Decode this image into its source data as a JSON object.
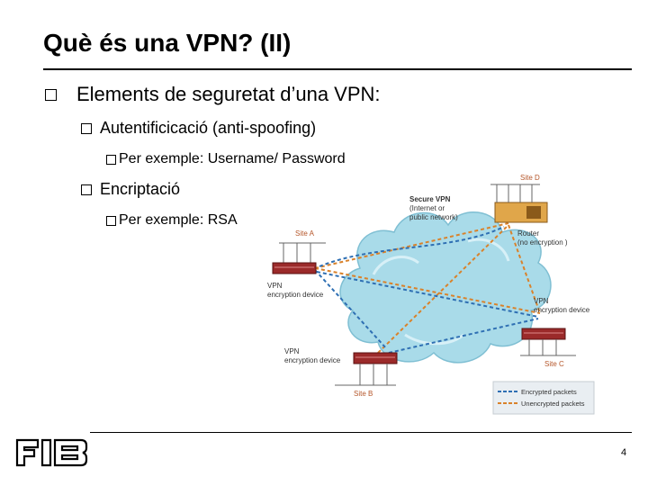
{
  "slide": {
    "title": "Què és una VPN? (II)",
    "page_number": "4",
    "logo_text": "FIB"
  },
  "bullets": {
    "main": "Elements de seguretat d’una VPN:",
    "auth": "Autentificicació (anti-spoofing)",
    "auth_example": "Per exemple: Username/ Password",
    "encrypt": "Encriptació",
    "encrypt_example": "Per exemple: RSA"
  },
  "diagram": {
    "cloud_label_line1": "Secure VPN",
    "cloud_label_line2": "(Internet or",
    "cloud_label_line3": "public network)",
    "site_a": "Site A",
    "site_b": "Site B",
    "site_c": "Site C",
    "site_d": "Site D",
    "router_line1": "Router",
    "router_line2": "(no encryption )",
    "vpn_device_line1": "VPN",
    "vpn_device_line2": "encryption device",
    "vpn_device_b_line1": "VPN",
    "vpn_device_b_line2": "encryption device",
    "vpn_device_c_line1": "VPN",
    "vpn_device_c_line2": "encryption device",
    "legend_encrypted": "Encrypted packets",
    "legend_unencrypted": "Unencrypted packets",
    "colors": {
      "cloud": "#a9dbe9",
      "encrypted": "#2e6fb3",
      "unencrypted": "#d9822b",
      "device": "#9b2a2a",
      "site_label": "#b5562a",
      "router": "#e0a64a"
    }
  }
}
